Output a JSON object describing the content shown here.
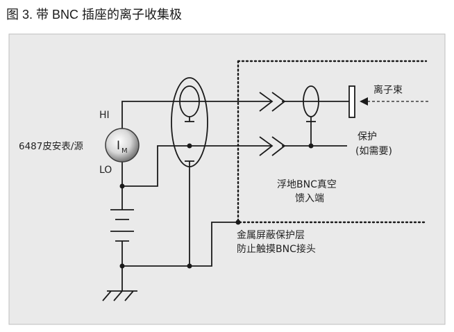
{
  "figure": {
    "title": "图 3. 带 BNC 插座的离子收集极"
  },
  "labels": {
    "hi": "HI",
    "lo": "LO",
    "meter_symbol": "I",
    "meter_subscript": "M",
    "instrument": "6487皮安表/源",
    "ion_beam": "离子束",
    "guard_line1": "保护",
    "guard_line2": "(如需要)",
    "floating_line1": "浮地BNC真空",
    "floating_line2": "馈入端",
    "shield_line1": "金属屏蔽保护层",
    "shield_line2": "防止触摸BNC接头"
  },
  "colors": {
    "panel_bg": "#eaeaea",
    "panel_border": "#bdbdbd",
    "line": "#1a1a1a",
    "meter_fill": "#7a7a7a"
  }
}
